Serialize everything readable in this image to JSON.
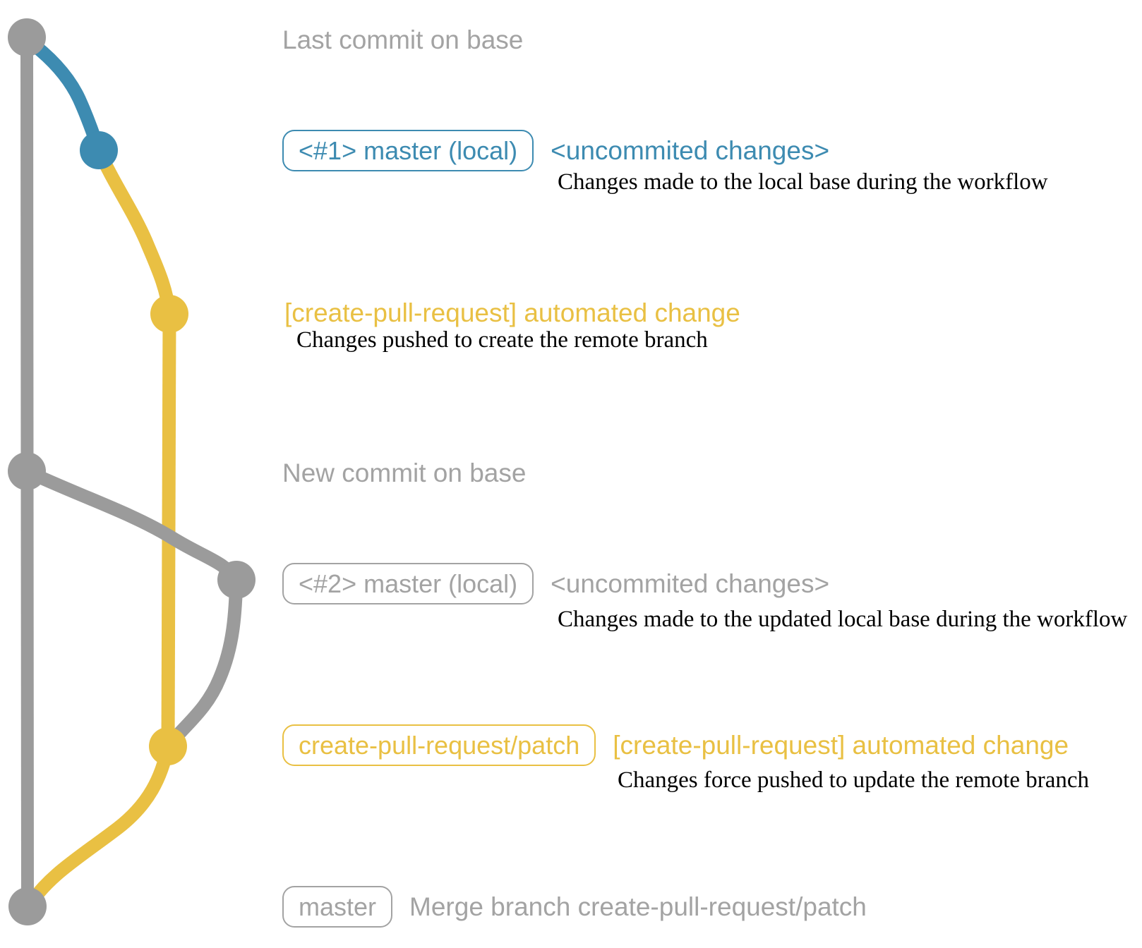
{
  "colors": {
    "gray": "#9b9b9b",
    "gray_text": "#a3a3a3",
    "blue": "#3d8bb1",
    "yellow": "#e9c043",
    "black": "#000000"
  },
  "rows": {
    "last_commit": {
      "label": "Last commit on base"
    },
    "commit1": {
      "badge": "<#1> master (local)",
      "message": "<uncommited changes>",
      "caption": "Changes made to the local base during the workflow"
    },
    "push1": {
      "message": "[create-pull-request] automated change",
      "caption": "Changes pushed to create the remote branch"
    },
    "new_commit": {
      "label": "New commit on base"
    },
    "commit2": {
      "badge": "<#2> master (local)",
      "message": "<uncommited changes>",
      "caption": "Changes made to the updated local base during the workflow"
    },
    "push2": {
      "badge": "create-pull-request/patch",
      "message": "[create-pull-request] automated change",
      "caption": "Changes force pushed to update the remote branch"
    },
    "merge": {
      "badge": "master",
      "message": "Merge branch create-pull-request/patch"
    }
  }
}
